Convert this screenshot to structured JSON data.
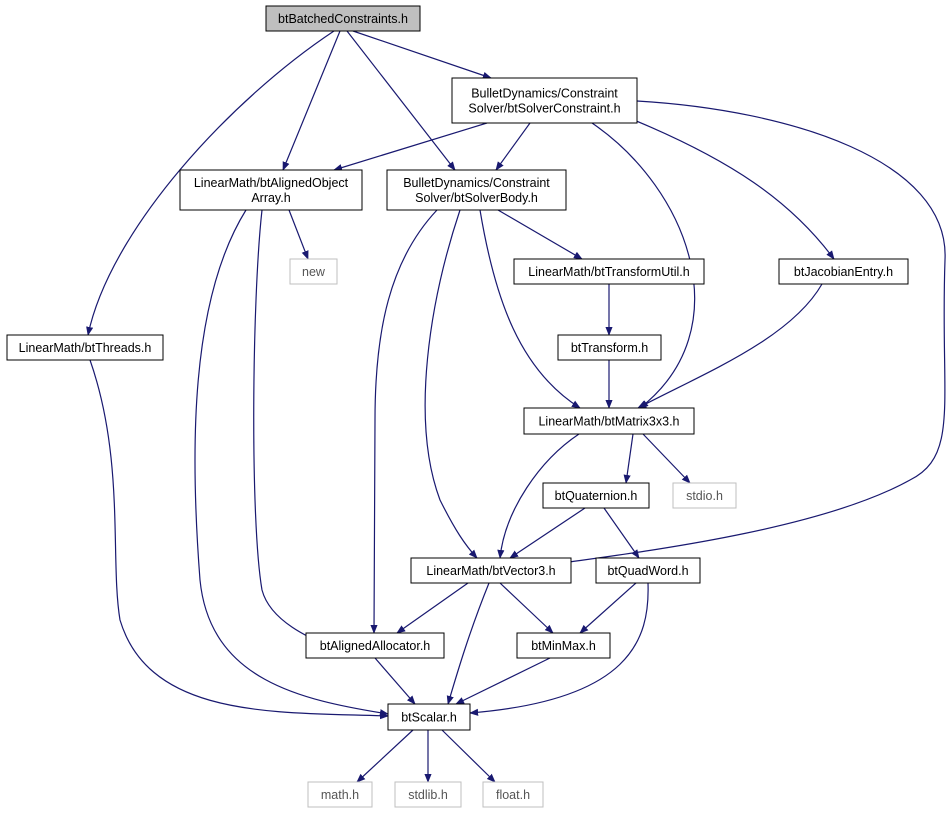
{
  "colors": {
    "edge": "#191970",
    "root_fill": "#bfbfbf",
    "node_border": "#000000",
    "external_border": "#bfbfbf",
    "external_text": "#555555",
    "text": "#000000"
  },
  "nodes": {
    "batched": {
      "lines": [
        "btBatchedConstraints.h"
      ],
      "kind": "root"
    },
    "solverconstraint": {
      "lines": [
        "BulletDynamics/Constraint",
        "Solver/btSolverConstraint.h"
      ],
      "kind": "normal"
    },
    "alignedobjectarray": {
      "lines": [
        "LinearMath/btAlignedObject",
        "Array.h"
      ],
      "kind": "normal"
    },
    "solverbody": {
      "lines": [
        "BulletDynamics/Constraint",
        "Solver/btSolverBody.h"
      ],
      "kind": "normal"
    },
    "new": {
      "lines": [
        "new"
      ],
      "kind": "external"
    },
    "transformutil": {
      "lines": [
        "LinearMath/btTransformUtil.h"
      ],
      "kind": "normal"
    },
    "jacobianentry": {
      "lines": [
        "btJacobianEntry.h"
      ],
      "kind": "normal"
    },
    "threads": {
      "lines": [
        "LinearMath/btThreads.h"
      ],
      "kind": "normal"
    },
    "transform": {
      "lines": [
        "btTransform.h"
      ],
      "kind": "normal"
    },
    "matrix3x3": {
      "lines": [
        "LinearMath/btMatrix3x3.h"
      ],
      "kind": "normal"
    },
    "quaternion": {
      "lines": [
        "btQuaternion.h"
      ],
      "kind": "normal"
    },
    "stdio": {
      "lines": [
        "stdio.h"
      ],
      "kind": "external"
    },
    "vector3": {
      "lines": [
        "LinearMath/btVector3.h"
      ],
      "kind": "normal"
    },
    "quadword": {
      "lines": [
        "btQuadWord.h"
      ],
      "kind": "normal"
    },
    "alignedallocator": {
      "lines": [
        "btAlignedAllocator.h"
      ],
      "kind": "normal"
    },
    "minmax": {
      "lines": [
        "btMinMax.h"
      ],
      "kind": "normal"
    },
    "scalar": {
      "lines": [
        "btScalar.h"
      ],
      "kind": "normal"
    },
    "math": {
      "lines": [
        "math.h"
      ],
      "kind": "external"
    },
    "stdlib": {
      "lines": [
        "stdlib.h"
      ],
      "kind": "external"
    },
    "float": {
      "lines": [
        "float.h"
      ],
      "kind": "external"
    }
  },
  "edges": [
    [
      "batched",
      "solverconstraint"
    ],
    [
      "batched",
      "alignedobjectarray"
    ],
    [
      "batched",
      "solverbody"
    ],
    [
      "batched",
      "threads"
    ],
    [
      "solverconstraint",
      "alignedobjectarray"
    ],
    [
      "solverconstraint",
      "solverbody"
    ],
    [
      "solverconstraint",
      "matrix3x3"
    ],
    [
      "solverconstraint",
      "jacobianentry"
    ],
    [
      "solverconstraint",
      "vector3"
    ],
    [
      "alignedobjectarray",
      "new"
    ],
    [
      "alignedobjectarray",
      "alignedallocator"
    ],
    [
      "alignedobjectarray",
      "scalar"
    ],
    [
      "solverbody",
      "transformutil"
    ],
    [
      "solverbody",
      "matrix3x3"
    ],
    [
      "solverbody",
      "vector3"
    ],
    [
      "solverbody",
      "alignedallocator"
    ],
    [
      "transformutil",
      "transform"
    ],
    [
      "transform",
      "matrix3x3"
    ],
    [
      "jacobianentry",
      "matrix3x3"
    ],
    [
      "threads",
      "scalar"
    ],
    [
      "matrix3x3",
      "quaternion"
    ],
    [
      "matrix3x3",
      "stdio"
    ],
    [
      "matrix3x3",
      "vector3"
    ],
    [
      "quaternion",
      "vector3"
    ],
    [
      "quaternion",
      "quadword"
    ],
    [
      "vector3",
      "alignedallocator"
    ],
    [
      "vector3",
      "minmax"
    ],
    [
      "vector3",
      "scalar"
    ],
    [
      "quadword",
      "minmax"
    ],
    [
      "quadword",
      "scalar"
    ],
    [
      "alignedallocator",
      "scalar"
    ],
    [
      "minmax",
      "scalar"
    ],
    [
      "scalar",
      "math"
    ],
    [
      "scalar",
      "stdlib"
    ],
    [
      "scalar",
      "float"
    ]
  ]
}
